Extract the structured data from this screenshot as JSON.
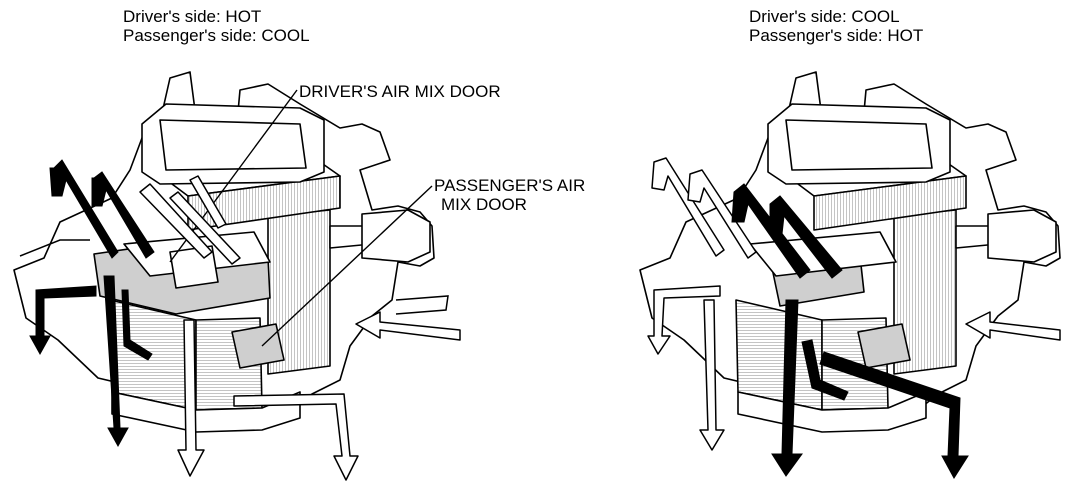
{
  "left_panel": {
    "caption_line1": "Driver's side: HOT",
    "caption_line2": "Passenger's side: COOL",
    "callout_driver": "DRIVER'S AIR MIX DOOR",
    "callout_passenger_line1": "PASSENGER'S AIR",
    "callout_passenger_line2": "MIX DOOR"
  },
  "right_panel": {
    "caption_line1": "Driver's side: COOL",
    "caption_line2": "Passenger's side: HOT"
  },
  "colors": {
    "line": "#000000",
    "fill": "#ffffff",
    "shade": "#cfcfcf",
    "hatch": "#8a8a8a"
  },
  "icons": {
    "hot_flow": "solid-black-arrow",
    "cool_flow": "hollow-white-arrow"
  }
}
